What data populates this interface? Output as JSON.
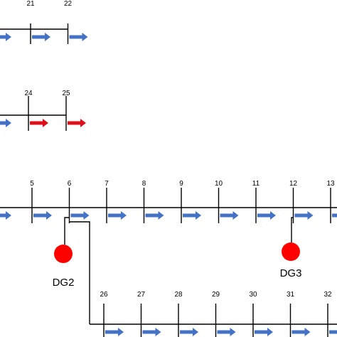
{
  "colors": {
    "line": "#000000",
    "arrow_blue": "#4472c4",
    "arrow_red": "#e0101a",
    "generator": "#ff0000"
  },
  "feeders": [
    {
      "id": "feeder-top",
      "buses": [
        {
          "label": "21",
          "arrow": "blue"
        },
        {
          "label": "22",
          "arrow": "blue"
        }
      ]
    },
    {
      "id": "feeder-middle",
      "buses": [
        {
          "label": "24",
          "arrow": "red"
        },
        {
          "label": "25",
          "arrow": "red"
        }
      ]
    },
    {
      "id": "feeder-main",
      "buses": [
        {
          "label": "5",
          "arrow": "blue"
        },
        {
          "label": "6",
          "arrow": "blue"
        },
        {
          "label": "7",
          "arrow": "blue"
        },
        {
          "label": "8",
          "arrow": "blue"
        },
        {
          "label": "9",
          "arrow": "blue"
        },
        {
          "label": "10",
          "arrow": "blue"
        },
        {
          "label": "11",
          "arrow": "blue"
        },
        {
          "label": "12",
          "arrow": "blue"
        },
        {
          "label": "13",
          "arrow": "blue"
        }
      ]
    },
    {
      "id": "feeder-bottom",
      "buses": [
        {
          "label": "26",
          "arrow": "blue"
        },
        {
          "label": "27",
          "arrow": "blue"
        },
        {
          "label": "28",
          "arrow": "blue"
        },
        {
          "label": "29",
          "arrow": "blue"
        },
        {
          "label": "30",
          "arrow": "blue"
        },
        {
          "label": "31",
          "arrow": "blue"
        },
        {
          "label": "32",
          "arrow": "blue"
        }
      ]
    }
  ],
  "generators": [
    {
      "label": "DG2",
      "bus": "6"
    },
    {
      "label": "DG3",
      "bus": "12"
    }
  ]
}
